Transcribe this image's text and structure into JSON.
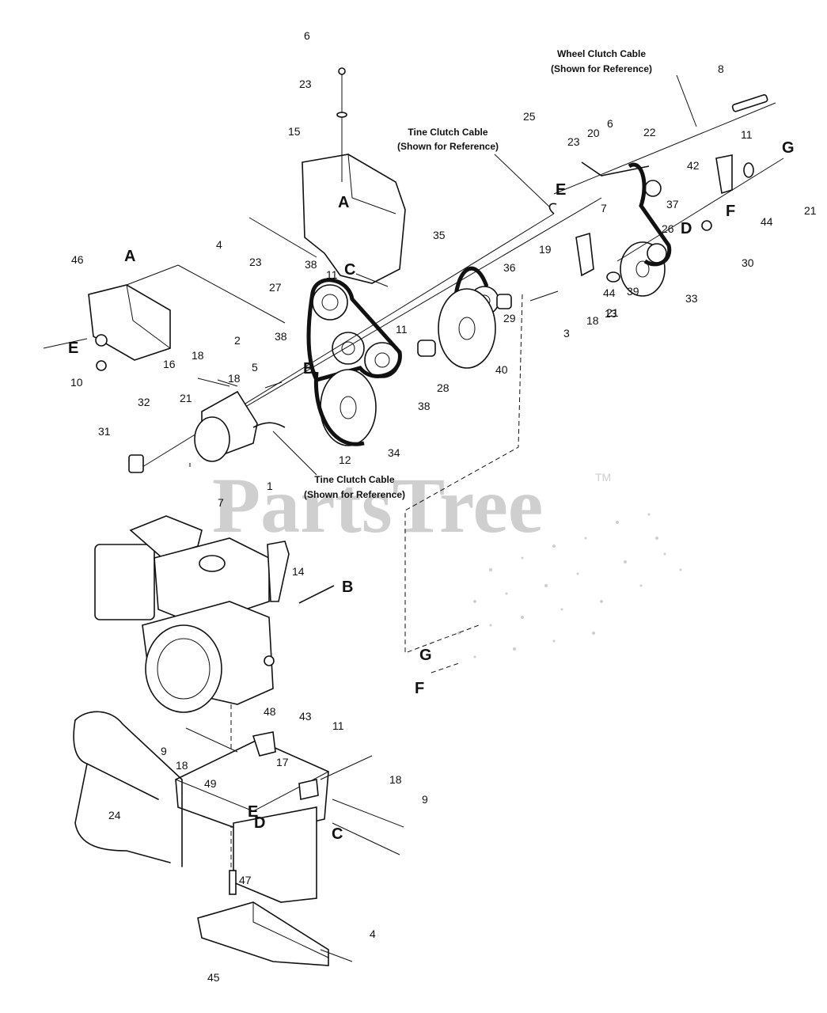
{
  "watermark": {
    "text": "PartsTree",
    "tm": "TM"
  },
  "notes": [
    {
      "id": "wheel-clutch-cable-note",
      "lines": [
        "Wheel Clutch Cable",
        "(Shown for Reference)"
      ]
    },
    {
      "id": "tine-clutch-cable-note-top",
      "lines": [
        "Tine Clutch Cable",
        "(Shown for Reference)"
      ]
    },
    {
      "id": "tine-clutch-cable-note-bottom",
      "lines": [
        "Tine Clutch Cable",
        "(Shown for Reference)"
      ]
    }
  ],
  "ref_letters": [
    "A",
    "A",
    "B",
    "B",
    "C",
    "C",
    "D",
    "D",
    "E",
    "E",
    "E",
    "F",
    "F",
    "G",
    "G"
  ],
  "callouts": [
    "6",
    "23",
    "15",
    "4",
    "23",
    "46",
    "10",
    "32",
    "2",
    "18",
    "27",
    "38",
    "11",
    "38",
    "16",
    "18",
    "5",
    "21",
    "31",
    "7",
    "1",
    "12",
    "34",
    "38",
    "11",
    "28",
    "40",
    "29",
    "35",
    "36",
    "3",
    "18",
    "21",
    "19",
    "44",
    "13",
    "39",
    "33",
    "30",
    "26",
    "37",
    "7",
    "25",
    "23",
    "20",
    "6",
    "22",
    "42",
    "44",
    "21",
    "8",
    "11",
    "14",
    "48",
    "9",
    "18",
    "43",
    "11",
    "17",
    "49",
    "18",
    "9",
    "24",
    "47",
    "45",
    "4"
  ]
}
